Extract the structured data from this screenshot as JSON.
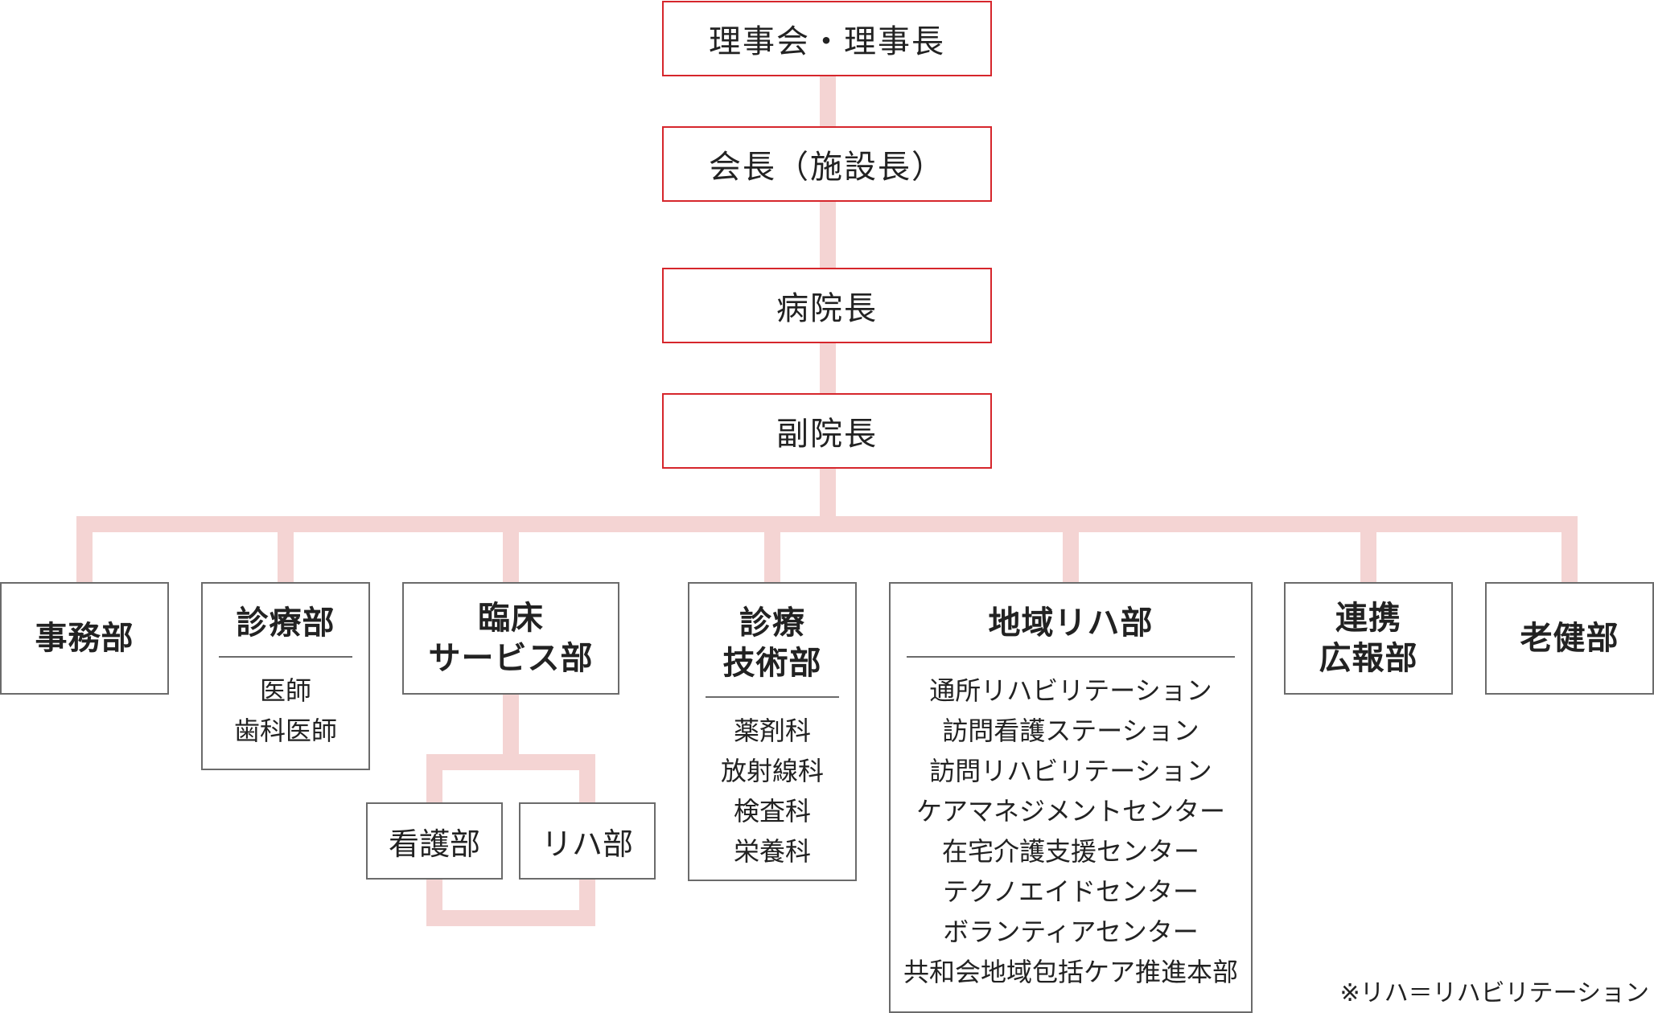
{
  "executives": [
    {
      "label": "理事会・理事長"
    },
    {
      "label": "会長（施設長）"
    },
    {
      "label": "病院長"
    },
    {
      "label": "副院長"
    }
  ],
  "departments": [
    {
      "title": "事務部",
      "items": []
    },
    {
      "title": "診療部",
      "items": [
        "医師",
        "歯科医師"
      ]
    },
    {
      "title": "臨床\nサービス部",
      "items": []
    },
    {
      "title": "診療\n技術部",
      "items": [
        "薬剤科",
        "放射線科",
        "検査科",
        "栄養科"
      ]
    },
    {
      "title": "地域リハ部",
      "items": [
        "通所リハビリテーション",
        "訪問看護ステーション",
        "訪問リハビリテーション",
        "ケアマネジメントセンター",
        "在宅介護支援センター",
        "テクノエイドセンター",
        "ボランティアセンター",
        "共和会地域包括ケア推進本部"
      ]
    },
    {
      "title": "連携\n広報部",
      "items": []
    },
    {
      "title": "老健部",
      "items": []
    }
  ],
  "clinical_sub_units": [
    {
      "label": "看護部"
    },
    {
      "label": "リハ部"
    }
  ],
  "footnote": "※リハ＝リハビリテーション",
  "colors": {
    "executive_border": "#d6262c",
    "department_border": "#6b6b6b",
    "connector": "#f4d4d3"
  }
}
